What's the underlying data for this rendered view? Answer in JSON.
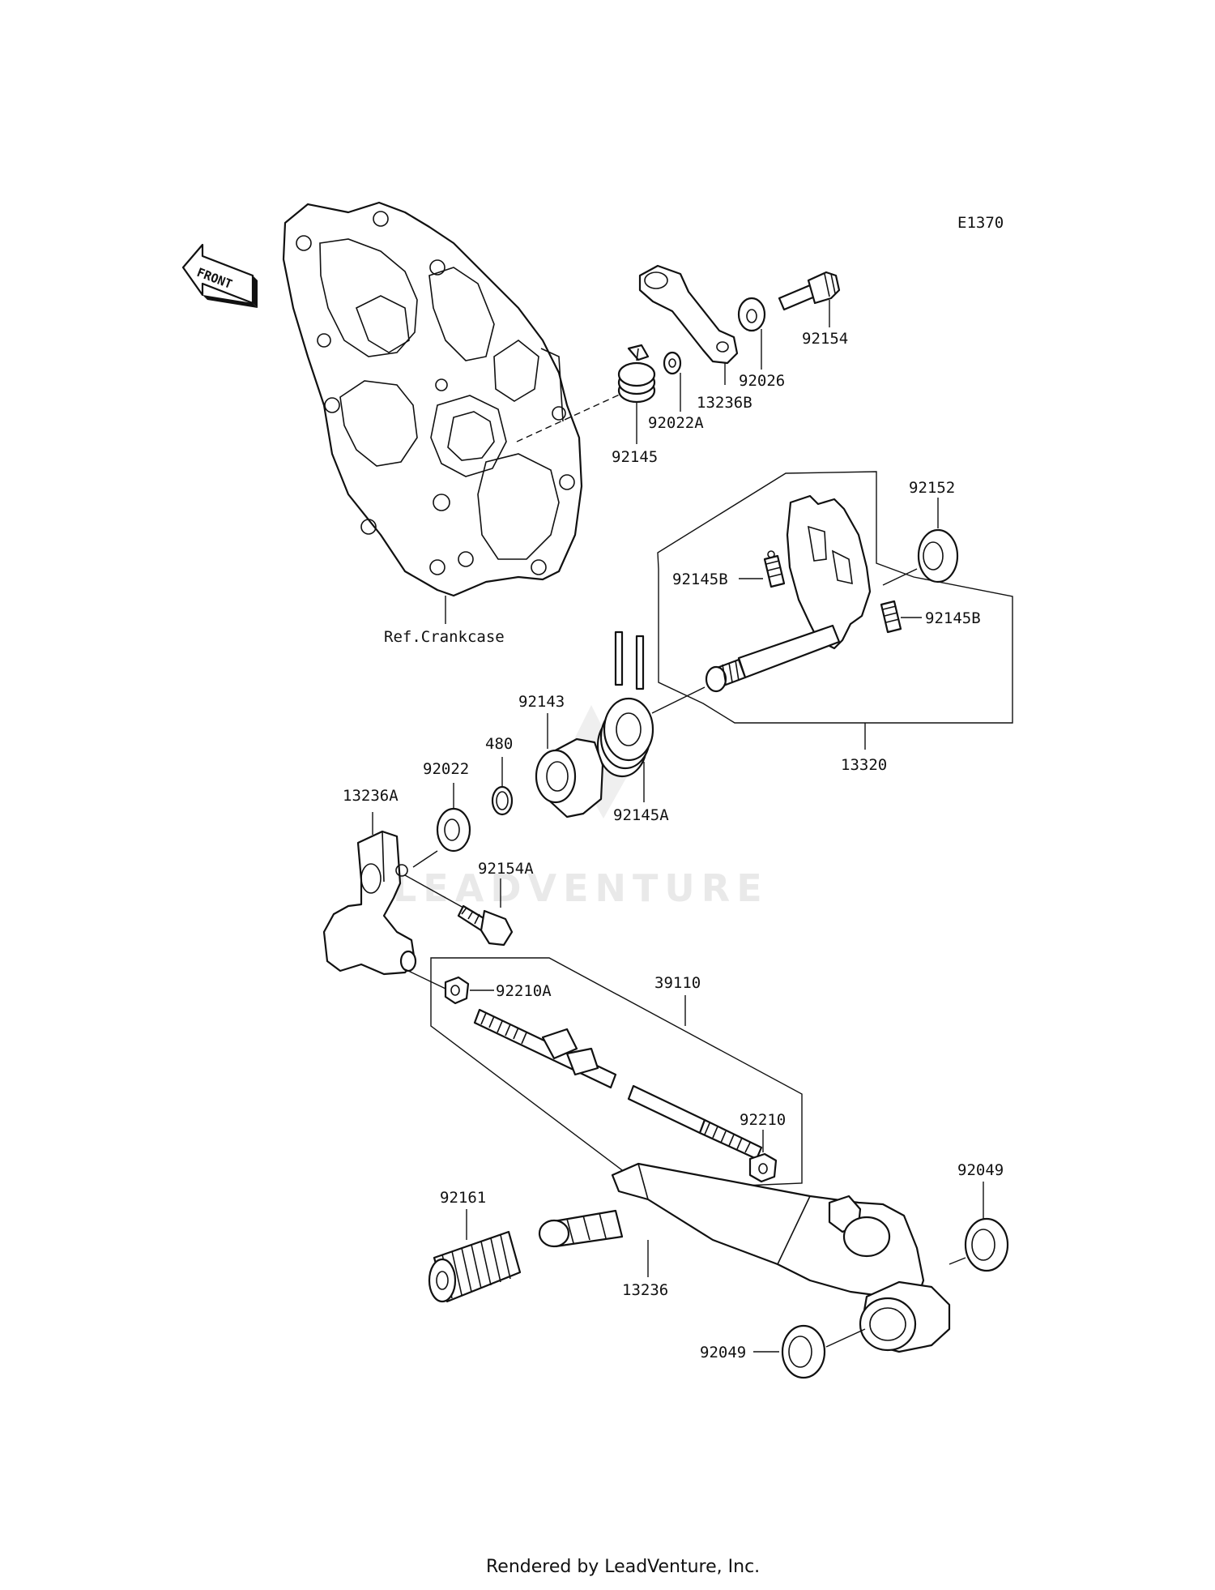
{
  "diagram_id": "E1370",
  "front_label": "FRONT",
  "watermark": "LEADVENTURE",
  "footer": "Rendered by LeadVenture, Inc.",
  "parts": {
    "ref_crankcase": "Ref.Crankcase",
    "p92154": "92154",
    "p92026": "92026",
    "p13236B": "13236B",
    "p92022A": "92022A",
    "p92145": "92145",
    "p92152": "92152",
    "p92145B_left": "92145B",
    "p92145B_right": "92145B",
    "p13320": "13320",
    "p92143": "92143",
    "p480": "480",
    "p92022": "92022",
    "p92145A": "92145A",
    "p13236A": "13236A",
    "p92154A": "92154A",
    "p92210A": "92210A",
    "p39110": "39110",
    "p92210": "92210",
    "p92049_top": "92049",
    "p92161": "92161",
    "p13236": "13236",
    "p92049_bottom": "92049"
  }
}
